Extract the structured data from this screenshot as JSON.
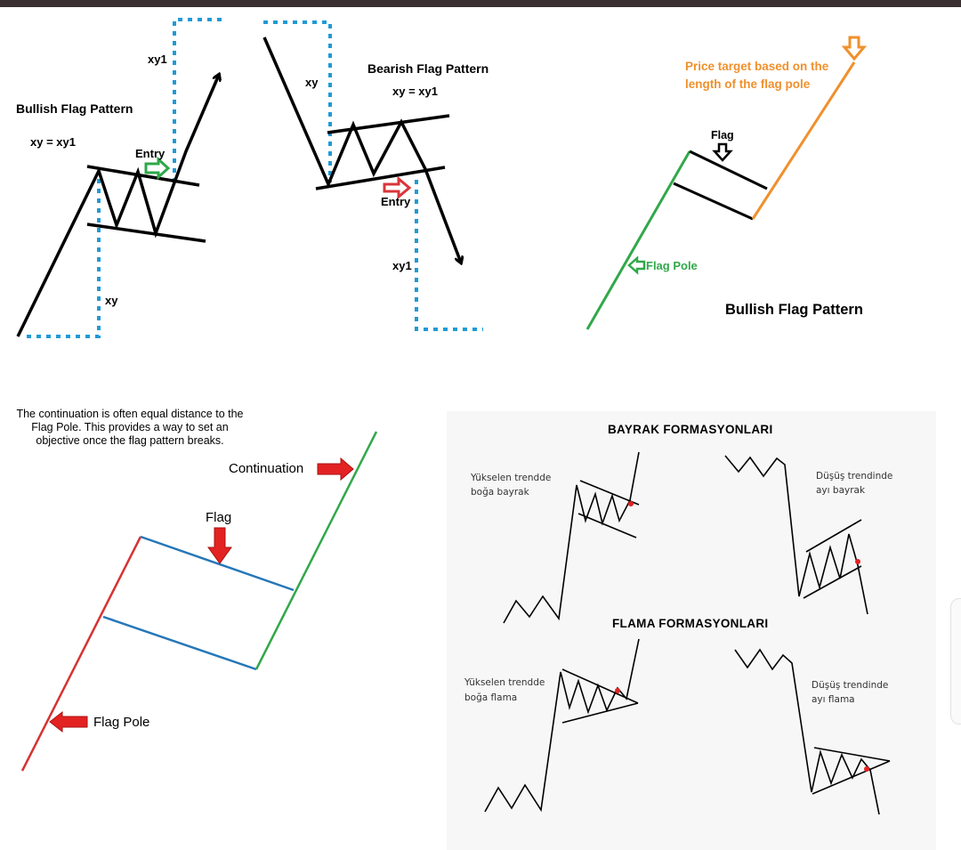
{
  "panel1": {
    "title": "Bullish Flag Pattern",
    "formula": "xy = xy1",
    "entry": "Entry",
    "xy1": "xy1",
    "xy": "xy"
  },
  "panel2": {
    "title": "Bearish Flag Pattern",
    "formula": "xy = xy1",
    "xy": "xy",
    "entry": "Entry",
    "xy1": "xy1"
  },
  "panel3": {
    "target_line1": "Price target based on the",
    "target_line2": "length of the flag pole",
    "flag": "Flag",
    "flag_pole": "Flag Pole",
    "title": "Bullish Flag Pattern"
  },
  "panel4": {
    "desc_line1": "The continuation is often equal distance to the",
    "desc_line2": "Flag Pole. This provides a way to set an",
    "desc_line3": "objective once the flag pattern breaks.",
    "continuation": "Continuation",
    "flag": "Flag",
    "flag_pole": "Flag Pole"
  },
  "panel5": {
    "heading1": "BAYRAK FORMASYONLARI",
    "heading2": "FLAMA FORMASYONLARI",
    "bull_flag_l1": "Yükselen trendde",
    "bull_flag_l2": "boğa bayrak",
    "bear_flag_l1": "Düşüş trendinde",
    "bear_flag_l2": "ayı bayrak",
    "bull_pennant_l1": "Yükselen trendde",
    "bull_pennant_l2": "boğa flama",
    "bear_pennant_l1": "Düşüş trendinde",
    "bear_pennant_l2": "ayı flama"
  },
  "colors": {
    "guide_blue": "#1f9ad6",
    "entry_green": "#2ea84a",
    "entry_red": "#d9353b",
    "pole_green": "#31a84a",
    "target_orange": "#f0902c",
    "flag_blue": "#2577b8",
    "arrow_red": "#e32222",
    "pole_red": "#d63333"
  }
}
